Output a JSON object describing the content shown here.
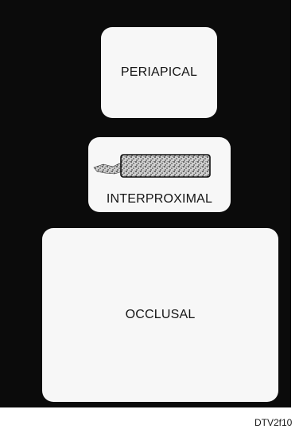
{
  "film_types": {
    "periapical": "PERIAPICAL",
    "interproximal": "INTERPROXIMAL",
    "occlusal": "OCCLUSAL"
  },
  "figure_id": "DTV2f10",
  "colors": {
    "background": "#0b0b0b",
    "card": "#f7f7f7",
    "text": "#141414"
  }
}
